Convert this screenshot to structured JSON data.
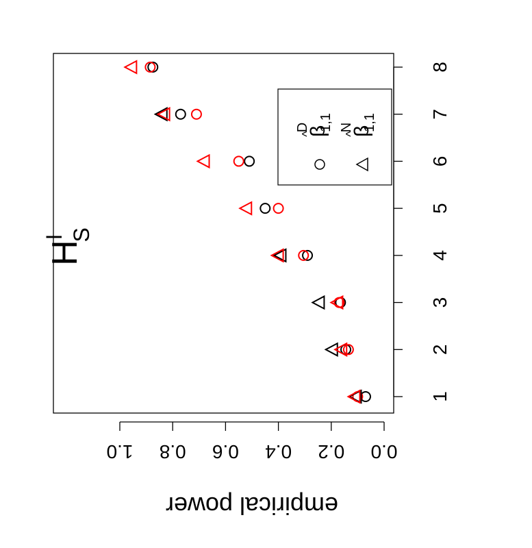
{
  "chart_data": {
    "type": "scatter",
    "title": "H",
    "title_superscript": "I",
    "title_subscript": "S",
    "xlabel": "",
    "ylabel": "empirical power",
    "x_ticks": [
      "1",
      "2",
      "3",
      "4",
      "5",
      "6",
      "7",
      "8"
    ],
    "y_ticks": [
      "0.0",
      "0.2",
      "0.4",
      "0.6",
      "0.8",
      "1.0"
    ],
    "xlim": [
      1,
      8
    ],
    "ylim": [
      0,
      1
    ],
    "grid": false,
    "orientation": "rotated 90 degrees counter-clockwise",
    "legend": {
      "placement": "top-right",
      "entries": [
        {
          "symbol": "circle",
          "base": "β",
          "hat": "^",
          "sup": "D",
          "sub": "1,1"
        },
        {
          "symbol": "triangle",
          "base": "β",
          "hat": "^",
          "sup": "N",
          "sub": "1,1"
        }
      ]
    },
    "colors": {
      "black": "#000000",
      "red": "#ff0000"
    },
    "x": [
      1,
      2,
      3,
      4,
      5,
      6,
      7,
      8
    ],
    "series": [
      {
        "symbol": "circle",
        "color": "#000000",
        "values": [
          0.07,
          0.145,
          0.165,
          0.29,
          0.45,
          0.51,
          0.77,
          0.875
        ]
      },
      {
        "symbol": "circle",
        "color": "#ff0000",
        "values": [
          0.1,
          0.135,
          0.17,
          0.305,
          0.4,
          0.55,
          0.71,
          0.885
        ]
      },
      {
        "symbol": "triangle",
        "color": "#000000",
        "values": [
          0.105,
          0.195,
          0.245,
          0.39,
          null,
          null,
          0.84,
          null
        ]
      },
      {
        "symbol": "triangle",
        "color": "#ff0000",
        "values": [
          0.11,
          0.16,
          0.175,
          0.4,
          0.52,
          0.68,
          0.83,
          0.955
        ]
      }
    ]
  }
}
